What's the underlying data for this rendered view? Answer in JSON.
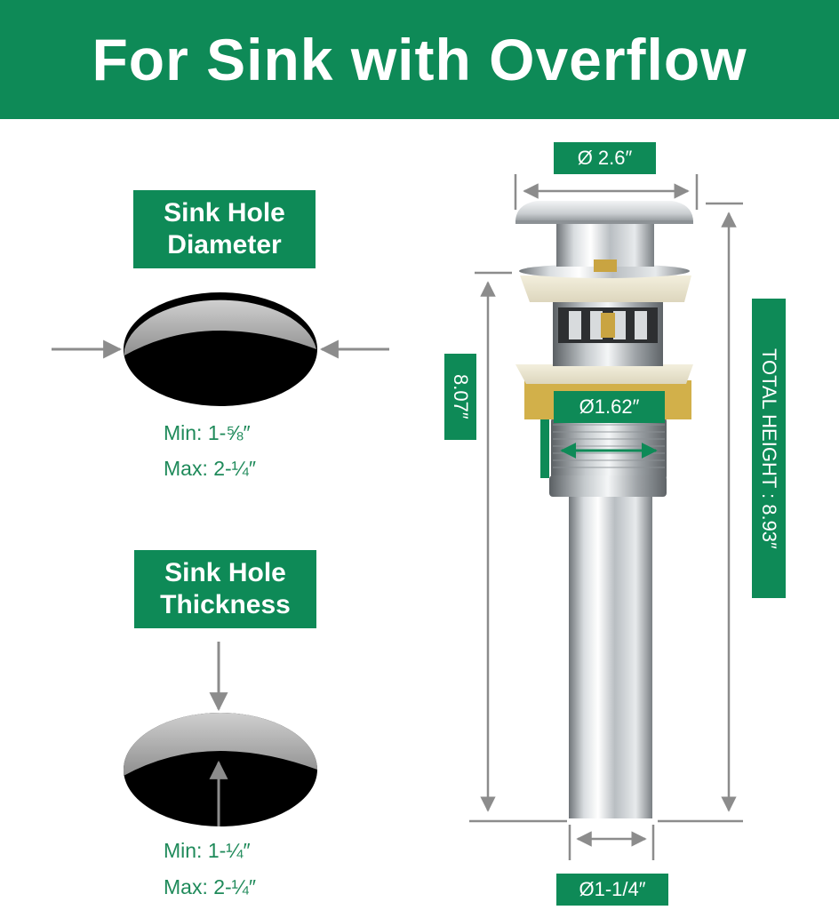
{
  "banner": {
    "title": "For Sink with Overflow"
  },
  "diameter_section": {
    "label_line1": "Sink Hole",
    "label_line2": "Diameter",
    "min": "Min: 1-⅝″",
    "max": "Max: 2-¼″"
  },
  "thickness_section": {
    "label_line1": "Sink Hole",
    "label_line2": "Thickness",
    "min": "Min: 1-¼″",
    "max": "Max: 2-¼″"
  },
  "dimensions": {
    "cap_diameter": "Ø 2.6″",
    "body_diameter": "Ø1.62″",
    "tail_diameter": "Ø1-1/4″",
    "body_height": "8.07″",
    "total_height": "TOTAL HEIGHT : 8.93″"
  },
  "colors": {
    "brand_green": "#0e8a57",
    "spec_text_green": "#1f8a5a",
    "arrow_gray": "#8c8c8c"
  }
}
